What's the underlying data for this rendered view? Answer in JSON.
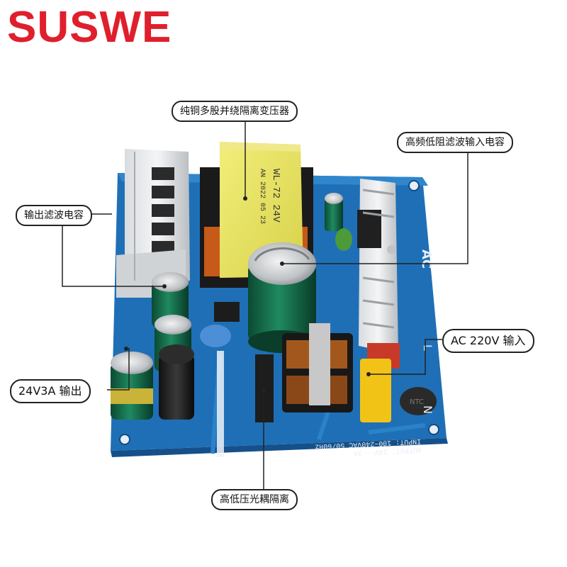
{
  "brand": {
    "name": "SUSWE",
    "color": "#e01f2d"
  },
  "callouts": {
    "transformer": "纯铜多股并绕隔离变压器",
    "input_capacitor": "高频低阻滤波输入电容",
    "output_capacitor": "输出滤波电容",
    "ac_input": "AC 220V 输入",
    "dc_output": "24V3A 输出",
    "optocoupler": "高低压光耦隔离"
  },
  "board": {
    "pcb_color": "#1b6fb8",
    "transformer_label_line1": "WL-72 24V",
    "transformer_label_line2": "AN 2022 05 23",
    "silk_input": "INPUT: 100~240VAC 50/60Hz",
    "silk_output": "OUTPUT: 24V---3A",
    "silk_ac": "AC",
    "silk_l": "L",
    "silk_n": "N",
    "silk_ntc": "NTC"
  }
}
